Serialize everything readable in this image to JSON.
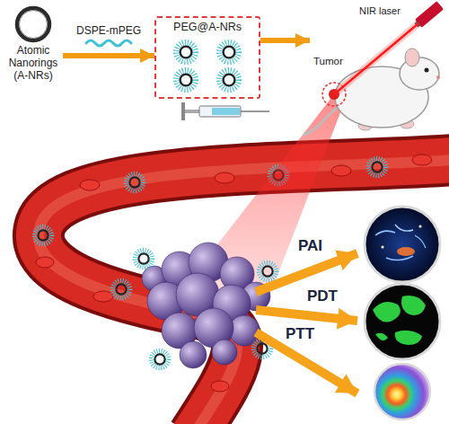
{
  "diagram": {
    "nodes": [
      {
        "text": [
          "Atomic Nanorings (A-NRs)"
        ]
      },
      {
        "text": [
          "PEG@A-NRs"
        ]
      },
      {
        "text": [
          "Tumor"
        ]
      }
    ],
    "edges": [
      {
        "from": 0,
        "to": 1,
        "label": "DSPE-mPEG",
        "arrow": "to"
      },
      {
        "from": 1,
        "to": 2,
        "arrow": "to"
      }
    ],
    "labels": [
      "NIR laser",
      "PAI",
      "PDT",
      "PTT"
    ]
  }
}
